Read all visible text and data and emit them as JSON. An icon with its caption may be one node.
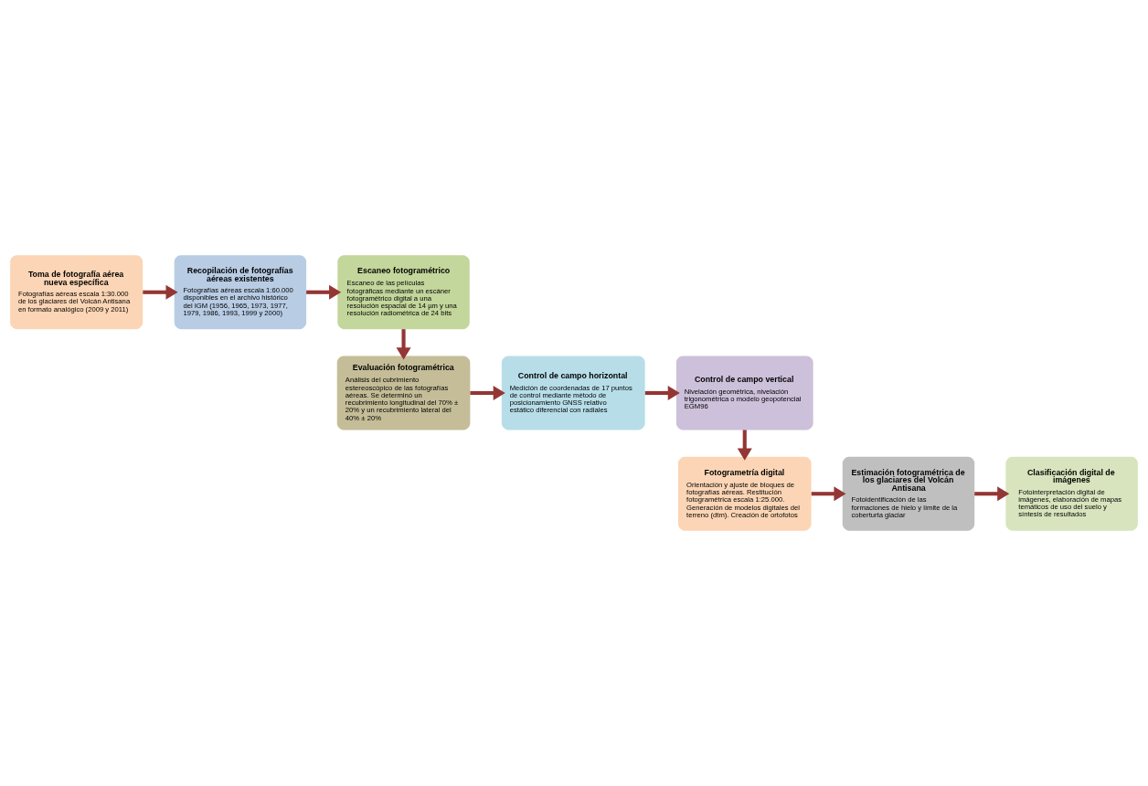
{
  "diagram": {
    "nodes": [
      {
        "text": [
          "Toma de fotografía aérea nueva específica",
          "Fotografías aéreas escala 1:30.000 de los glaciares del Volcán Antisana en formato analógico (2009 y 2011)"
        ]
      },
      {
        "text": [
          "Recopilación de fotografías aéreas existentes",
          "Fotografías aéreas escala 1:60.000 disponibles en el archivo histórico del IGM (1956, 1965, 1973, 1977, 1979, 1986, 1993, 1999 y 2000)"
        ]
      },
      {
        "text": [
          "Escaneo fotogramétrico",
          "Escaneo de las películas fotográficas mediante un escáner fotogramétrico digital a una resolución espacial de 14 µm y una resolución radiométrica de 24 bits"
        ]
      },
      {
        "text": [
          "Control de campo vertical",
          "Nivelación geométrica, nivelación trigonométrica o modelo geopotencial EGM96"
        ]
      },
      {
        "text": [
          "Control de campo horizontal",
          "Medición de coordenadas de 17 puntos de control mediante método de posicionamiento GNSS relativo estático diferencial con radiales"
        ]
      },
      {
        "text": [
          "Evaluación fotogramétrica",
          "Análisis del cubrimiento estereoscópico de las fotografías aéreas. Se determinó un recubrimiento longitudinal del 70% ± 20% y un recubrimiento lateral del 40% ± 20%"
        ]
      },
      {
        "text": [
          "Fotogrametría digital",
          "Orientación y ajuste de bloques de fotografías aéreas. Restitución fotogramétrica escala 1:25.000. Generación de modelos digitales del terreno (dtm). Creación de ortofotos"
        ]
      },
      {
        "text": [
          "Estimación fotogramétrica de los glaciares del Volcán Antisana",
          "Fotoidentificación de las formaciones de hielo y límite de la coberturta glaciar"
        ]
      },
      {
        "text": [
          "Clasificación digital de imágenes",
          "Fotointerpretación digital de imágenes, elaboración de mapas temáticos de uso del suelo y síntesis de resultados"
        ]
      }
    ],
    "edges": [
      {
        "from": 0,
        "to": 1,
        "arrow": "to"
      },
      {
        "from": 1,
        "to": 2,
        "arrow": "to"
      },
      {
        "from": 2,
        "to": 5,
        "arrow": "to"
      },
      {
        "from": 5,
        "to": 4,
        "arrow": "to"
      },
      {
        "from": 4,
        "to": 3,
        "arrow": "to"
      },
      {
        "from": 3,
        "to": 6,
        "arrow": "to"
      },
      {
        "from": 6,
        "to": 7,
        "arrow": "to"
      },
      {
        "from": 7,
        "to": 8,
        "arrow": "to"
      }
    ]
  }
}
